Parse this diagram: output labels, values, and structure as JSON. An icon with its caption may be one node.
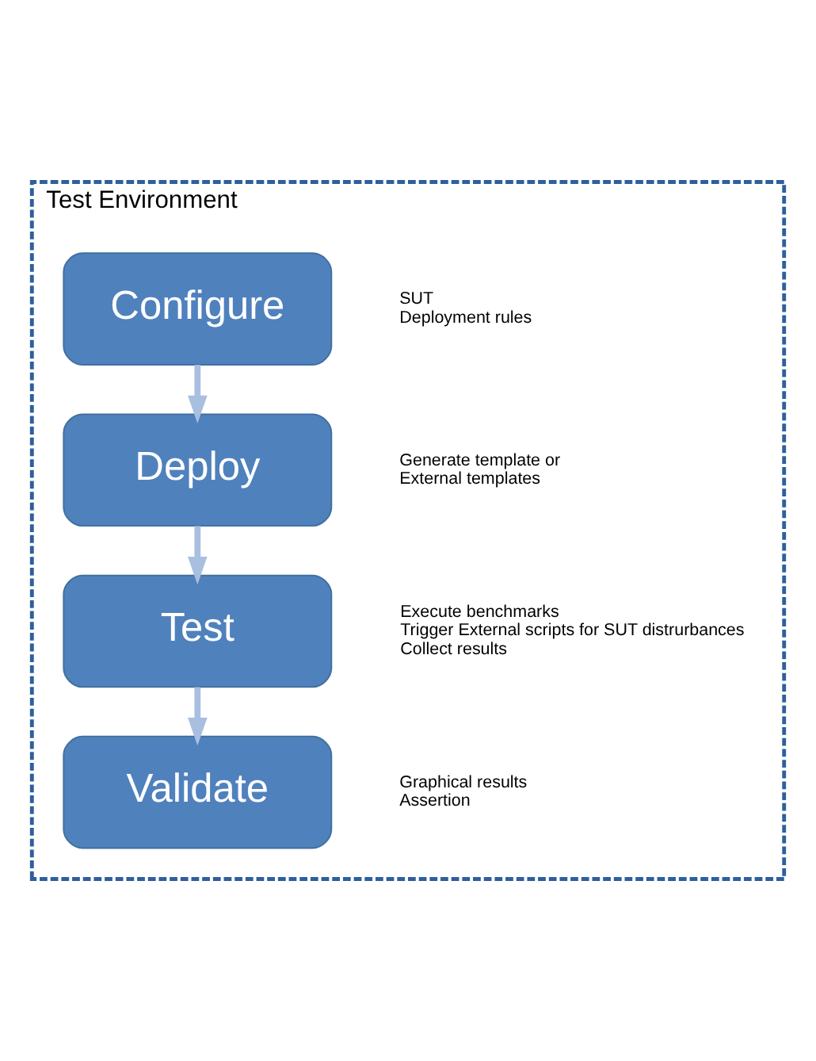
{
  "diagram": {
    "nodes": [
      {
        "text": [
          "Test Environment"
        ]
      },
      {
        "text": [
          "Configure"
        ],
        "in": 0,
        "beside": [
          "SUT",
          "Deployment rules"
        ]
      },
      {
        "text": [
          "Deploy"
        ],
        "in": 0,
        "beside": [
          "Generate template or",
          "External templates"
        ]
      },
      {
        "text": [
          "Test"
        ],
        "in": 0,
        "beside": [
          "Execute benchmarks",
          "Trigger External scripts for SUT distrurbances",
          "Collect results"
        ]
      },
      {
        "text": [
          "Validate"
        ],
        "in": 0,
        "beside": [
          "Graphical results",
          "Assertion"
        ]
      }
    ],
    "edges": [
      {
        "from": 1,
        "to": 2,
        "arrow": "to"
      },
      {
        "from": 2,
        "to": 3,
        "arrow": "to"
      },
      {
        "from": 3,
        "to": 4,
        "arrow": "to"
      }
    ]
  }
}
